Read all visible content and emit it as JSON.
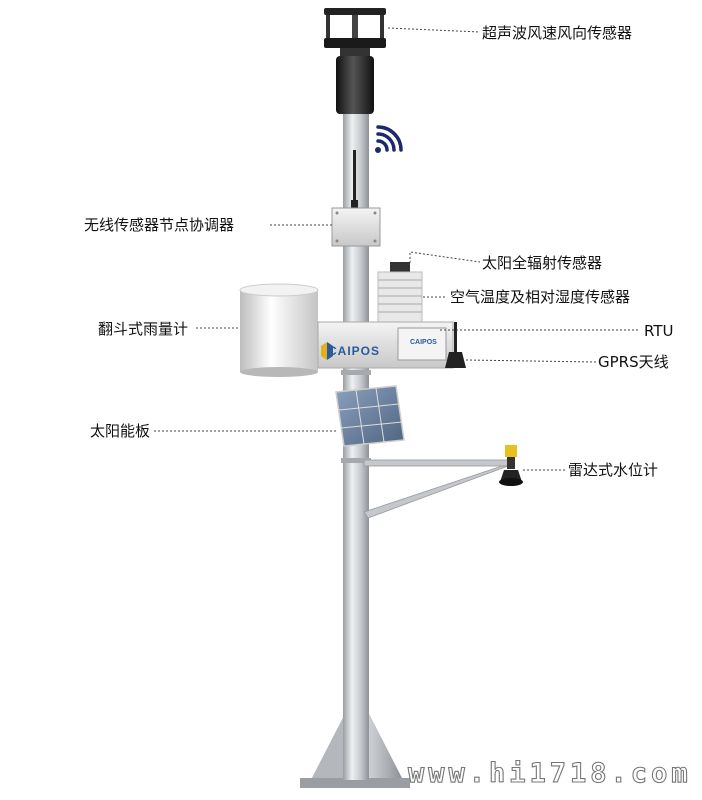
{
  "labels": {
    "ultrasonic_wind": "超声波风速风向传感器",
    "wireless_coordinator": "无线传感器节点协调器",
    "solar_radiation": "太阳全辐射传感器",
    "air_temp_humidity": "空气温度及相对湿度传感器",
    "rain_gauge": "翻斗式雨量计",
    "rtu": "RTU",
    "gprs_antenna": "GPRS天线",
    "solar_panel": "太阳能板",
    "radar_water_level": "雷达式水位计"
  },
  "logo": {
    "brand": "CAIPOS",
    "brand_small": "CAIPOS"
  },
  "watermark": "www.hi1718.com",
  "colors": {
    "pole": "#d0d3d6",
    "line": "#444444",
    "accent_blue": "#2a5a9a",
    "wifi": "#1a2a6a",
    "radar_yellow": "#e8c020"
  }
}
